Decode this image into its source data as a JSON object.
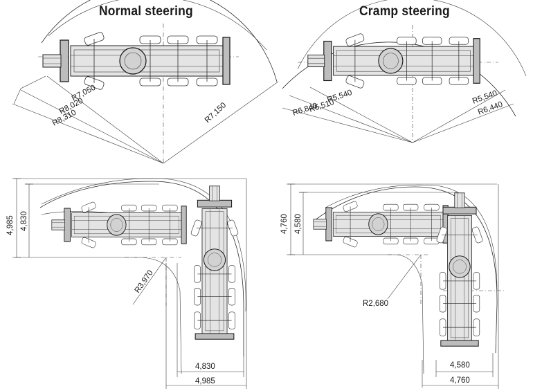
{
  "headings": {
    "normal": "Normal steering",
    "cramp": "Cramp steering"
  },
  "normal_top": {
    "radii": [
      "R7,050",
      "R8,020",
      "R8,310",
      "R7,150"
    ]
  },
  "cramp_top": {
    "radii_left": [
      "R5,540",
      "R6,510",
      "R6,840"
    ],
    "radii_right": [
      "R5,540",
      "R6,440"
    ]
  },
  "normal_turn": {
    "height_outer": "4,985",
    "height_inner": "4,830",
    "radius": "R3,970",
    "width_inner": "4,830",
    "width_outer": "4,985"
  },
  "cramp_turn": {
    "height_outer": "4,760",
    "height_inner": "4,580",
    "radius": "R2,680",
    "width_inner": "4,580",
    "width_outer": "4,760"
  }
}
